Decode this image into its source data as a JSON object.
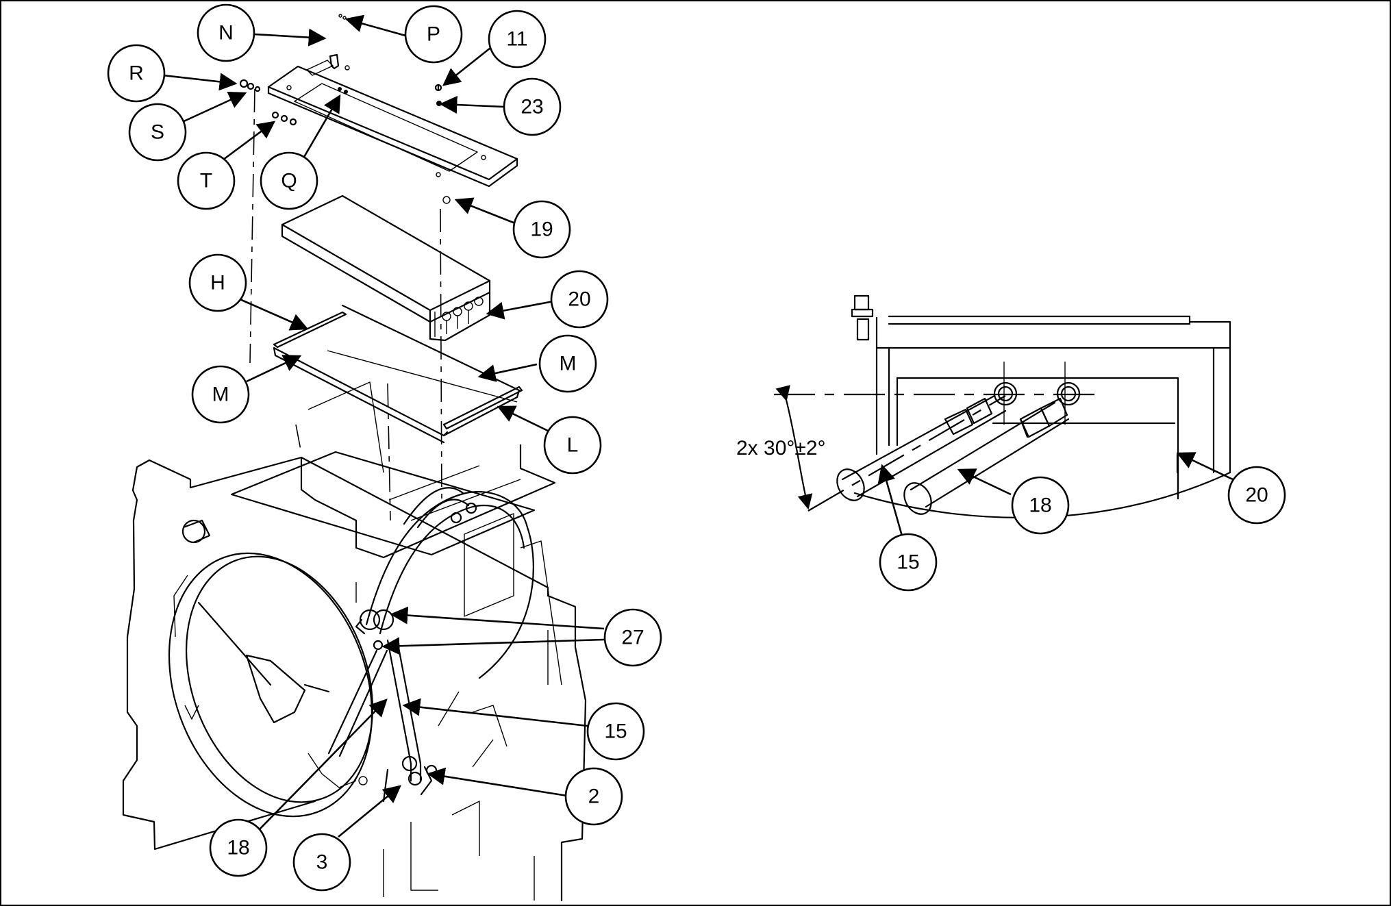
{
  "callouts": {
    "N": "N",
    "P": "P",
    "eleven": "11",
    "R": "R",
    "twentythree": "23",
    "S": "S",
    "T": "T",
    "Q": "Q",
    "nineteen": "19",
    "H": "H",
    "twenty_left": "20",
    "M_right": "M",
    "M_left": "M",
    "L": "L",
    "twentyseven": "27",
    "fifteen_left": "15",
    "two": "2",
    "eighteen_left": "18",
    "three": "3",
    "eighteen_right": "18",
    "fifteen_right": "15",
    "twenty_right": "20"
  },
  "dimension": {
    "angle_label": "2x 30°±2°"
  }
}
